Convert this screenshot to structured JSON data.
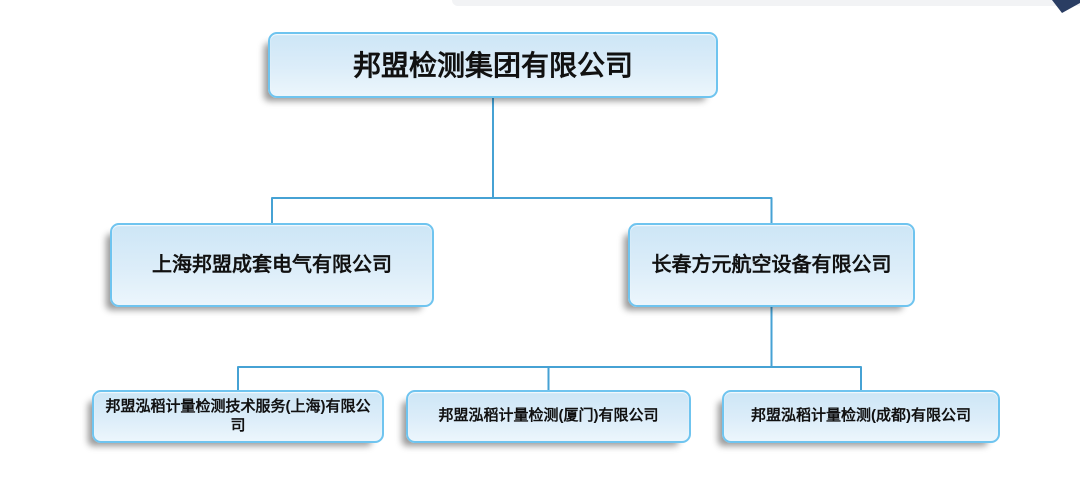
{
  "palette": {
    "box_border": "#6fc4ef",
    "box_fill_top": "#cde6f6",
    "box_fill_mid": "#dcedf9",
    "box_fill_bottom": "#ecf6fc",
    "line_color": "#46a2d4",
    "text_color": "#111111",
    "arrow_color": "#2a3d63",
    "top_band_color": "#f2f3f5",
    "bg_color": "#ffffff"
  },
  "org_chart": {
    "root": {
      "label": "邦盟检测集团有限公司"
    },
    "level2": [
      {
        "label": "上海邦盟成套电气有限公司"
      },
      {
        "label": "长春方元航空设备有限公司"
      }
    ],
    "level3": [
      {
        "label": "邦盟泓稻计量检测技术服务(上海)有限公司"
      },
      {
        "label": "邦盟泓稻计量检测(厦门)有限公司"
      },
      {
        "label": "邦盟泓稻计量检测(成都)有限公司"
      }
    ]
  },
  "decorations": {
    "corner_arrow_icon": "navy-arrow-tip"
  }
}
